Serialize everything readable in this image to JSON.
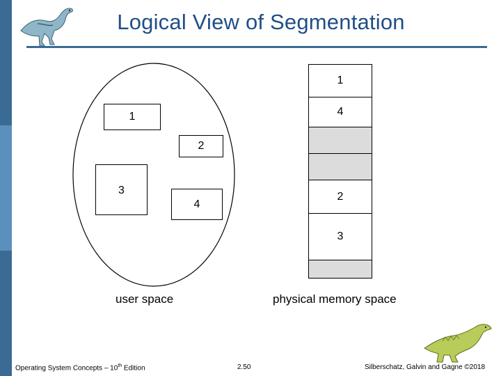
{
  "slide": {
    "title": "Logical View of Segmentation",
    "colors": {
      "accent": "#3a6b95",
      "title": "#1f4f86",
      "free_memory": "#dcdcdc"
    }
  },
  "user_space": {
    "label": "user space",
    "segments": [
      "1",
      "2",
      "3",
      "4"
    ]
  },
  "physical_memory": {
    "label": "physical memory space",
    "blocks": [
      {
        "label": "1",
        "free": false
      },
      {
        "label": "4",
        "free": false
      },
      {
        "label": "",
        "free": true
      },
      {
        "label": "",
        "free": true
      },
      {
        "label": "2",
        "free": false
      },
      {
        "label": "3",
        "free": false
      },
      {
        "label": "",
        "free": true
      }
    ]
  },
  "footer": {
    "left": "Operating System Concepts – 10",
    "left_sup": "th",
    "left_tail": " Edition",
    "center": "2.50",
    "right": "Silberschatz, Galvin and Gagne ©2018"
  },
  "icons": [
    "dinosaur-icon-top-left",
    "dinosaur-icon-bottom-right"
  ]
}
